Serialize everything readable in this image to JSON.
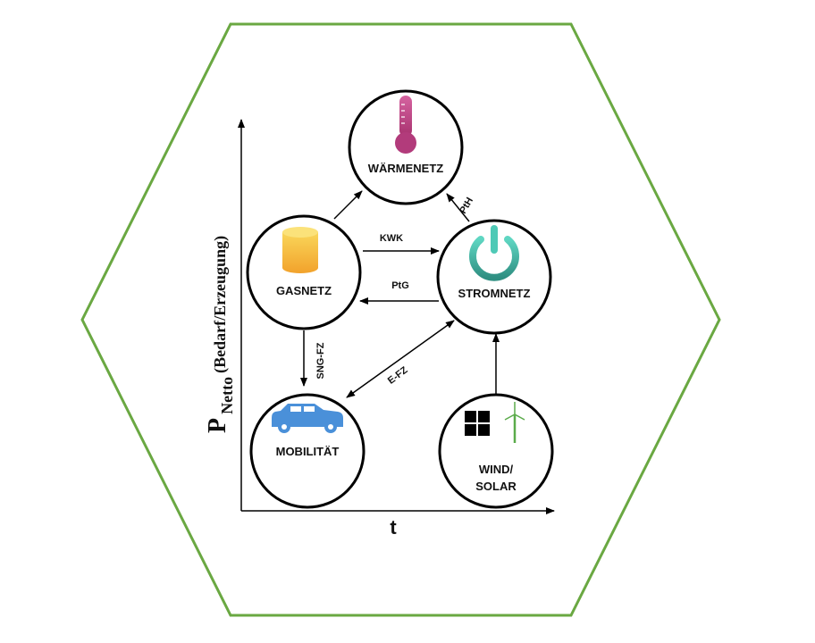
{
  "colors": {
    "hexagon_stroke": "#6aa842",
    "node_stroke": "#000000",
    "thermometer": "#c6488a",
    "gas_cylinder_top": "#f9d65a",
    "gas_cylinder_bottom": "#f2a22c",
    "power_icon": "#3fb8a6",
    "car": "#4a90d9",
    "solar_panel": "#000000",
    "wind_turbine": "#5aab4a"
  },
  "axes": {
    "y_label_main": "P",
    "y_label_sub": "Netto",
    "y_label_rest": " (Bedarf/Erzeugung)",
    "x_label": "t"
  },
  "nodes": {
    "waermenetz": {
      "label": "WÄRMENETZ",
      "icon": "thermometer-icon"
    },
    "gasnetz": {
      "label": "GASNETZ",
      "icon": "gas-cylinder-icon"
    },
    "stromnetz": {
      "label": "STROMNETZ",
      "icon": "power-icon"
    },
    "mobilitaet": {
      "label": "MOBILITÄT",
      "icon": "car-icon"
    },
    "windsolar": {
      "label_line1": "WIND/",
      "label_line2": "SOLAR",
      "icon": "solar-wind-icon"
    }
  },
  "edges": {
    "kwk": {
      "label": "KWK",
      "from": "GASNETZ",
      "to": "STROMNETZ"
    },
    "ptg": {
      "label": "PtG",
      "from": "STROMNETZ",
      "to": "GASNETZ"
    },
    "pth": {
      "label": "PtH",
      "from": "STROMNETZ",
      "to": "WÄRMENETZ"
    },
    "gas_heat": {
      "label": "",
      "from": "GASNETZ",
      "to": "WÄRMENETZ"
    },
    "sng_fz": {
      "label": "SNG-FZ",
      "from": "GASNETZ",
      "to": "MOBILITÄT"
    },
    "e_fz": {
      "label": "E-FZ",
      "from": "STROMNETZ",
      "to": "MOBILITÄT",
      "bidirectional": true
    },
    "renewables": {
      "label": "",
      "from": "WIND/SOLAR",
      "to": "STROMNETZ"
    }
  }
}
